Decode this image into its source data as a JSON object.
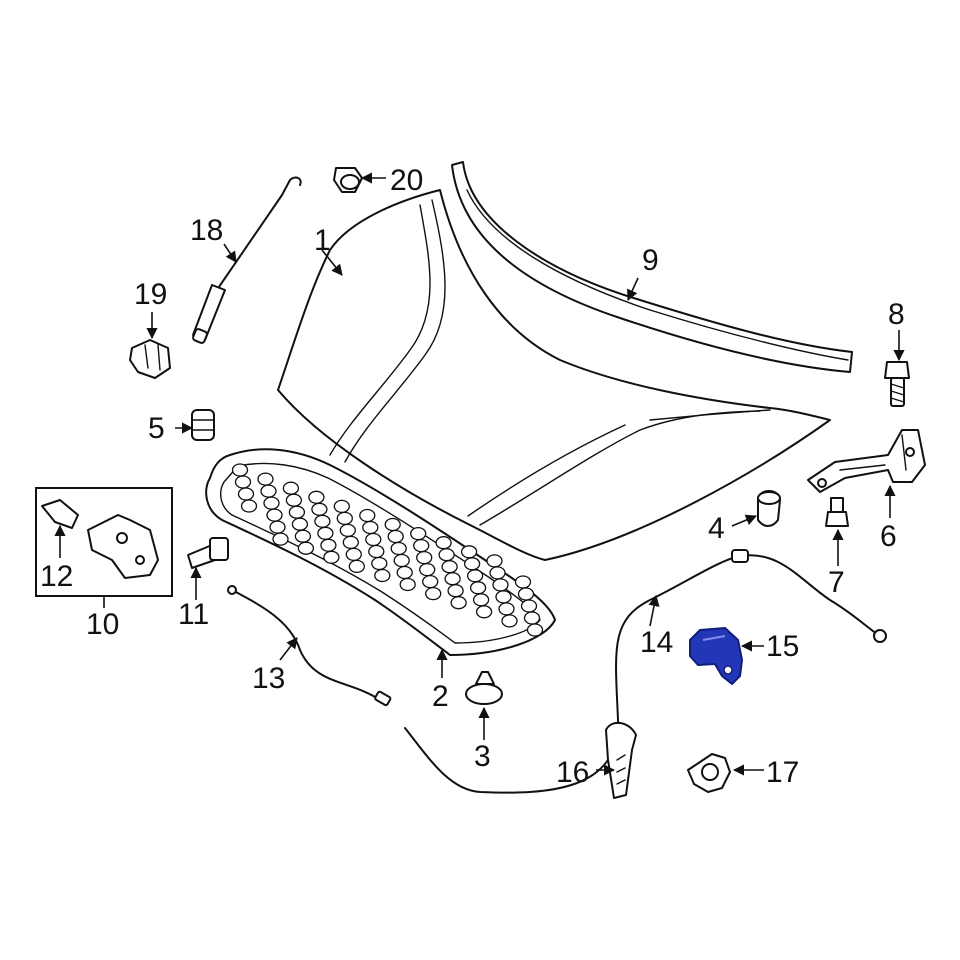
{
  "callouts": {
    "c1": "1",
    "c2": "2",
    "c3": "3",
    "c4": "4",
    "c5": "5",
    "c6": "6",
    "c7": "7",
    "c8": "8",
    "c9": "9",
    "c10": "10",
    "c11": "11",
    "c12": "12",
    "c13": "13",
    "c14": "14",
    "c15": "15",
    "c16": "16",
    "c17": "17",
    "c18": "18",
    "c19": "19",
    "c20": "20"
  },
  "colors": {
    "line": "#111111",
    "background": "#ffffff",
    "highlight_fill": "#2436b8",
    "highlight_stroke": "#101f7a"
  },
  "highlighted_part": "15"
}
